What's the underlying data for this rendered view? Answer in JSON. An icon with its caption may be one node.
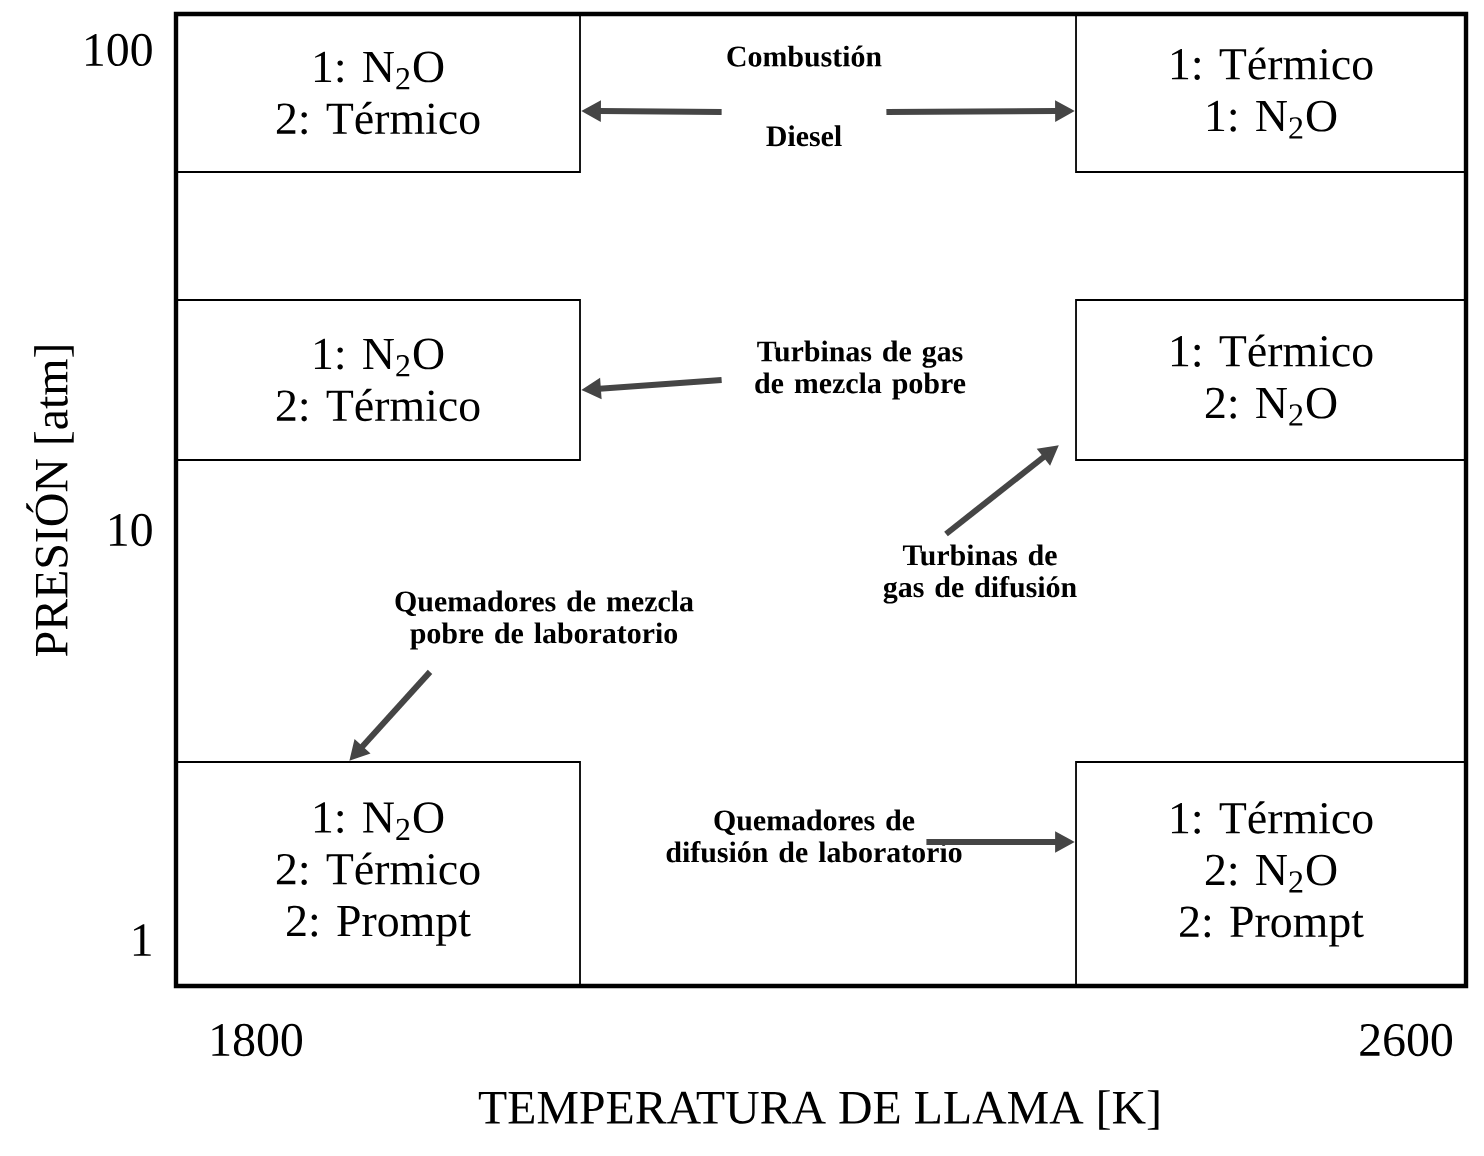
{
  "diagram": {
    "nodes": [
      {
        "text": [
          "1: N$_{2}$O",
          "2: Térmico"
        ]
      },
      {
        "text": [
          "1: Térmico",
          "1: N$_{2}$O"
        ]
      },
      {
        "text": [
          "1: N$_{2}$O",
          "2: Térmico"
        ]
      },
      {
        "text": [
          "1: Térmico",
          "2: N$_{2}$O"
        ]
      },
      {
        "text": [
          "1: N$_{2}$O",
          "2: Térmico",
          "2: Prompt"
        ]
      },
      {
        "text": [
          "1: Térmico",
          "2: N$_{2}$O",
          "2: Prompt"
        ]
      },
      {
        "text": [
          "Combustión Diesel"
        ]
      },
      {
        "text": [
          "Turbinas de gas de mezcla pobre"
        ]
      },
      {
        "text": [
          "Turbinas de gas de difusión"
        ]
      },
      {
        "text": [
          "Quemadores de mezcla pobre de laboratorio"
        ]
      },
      {
        "text": [
          "Quemadores de difusión de laboratorio"
        ]
      }
    ],
    "edges": [
      {
        "from": 6,
        "to": 0,
        "arrow": "to"
      },
      {
        "from": 6,
        "to": 1,
        "arrow": "to"
      },
      {
        "from": 7,
        "to": 2,
        "arrow": "to"
      },
      {
        "from": 8,
        "to": 3,
        "arrow": "to"
      },
      {
        "from": 9,
        "to": 4,
        "arrow": "to"
      },
      {
        "from": 10,
        "to": 5,
        "arrow": "to"
      }
    ],
    "labels": [
      "100",
      "PRESIÓN [atm]",
      "10",
      "1",
      "1800",
      "2600",
      "TEMPERATURA DE LLAMA [K]"
    ]
  }
}
